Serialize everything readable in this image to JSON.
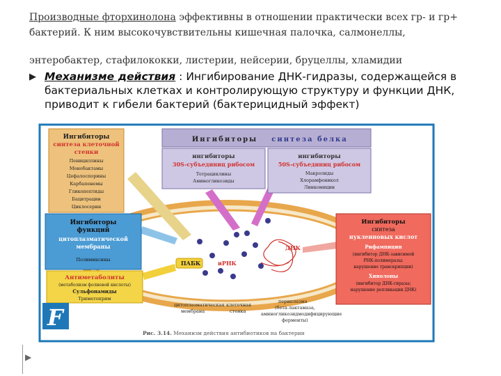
{
  "intro": {
    "line1_underlined": "Производные фторхинолона",
    "line1_rest": " эффективны в отношении практически всех гр- и гр+",
    "line2": "бактерий. К ним высокочувствительны кишечная палочка, салмонеллы,",
    "line3": "энтеробактер, стафилококки, листерии, нейсерии, бруцеллы, хламидии"
  },
  "mechanism": {
    "title": "Механизме действия",
    "colon": " : ",
    "text": "Ингибирование ДНК-гидразы, содержащейся в бактериальных клетках и контролирующую структуру и функции ДНК, приводит к гибели бактерий (бактерицидный эффект)"
  },
  "figure": {
    "cell_wall_box": {
      "title1": "Ингибиторы",
      "title2": "синтеза клеточной",
      "title3": "стенки",
      "items": [
        "Пенициллины",
        "Монобактамы",
        "Цефалоспорины",
        "Карбапенемы",
        "Гликопептиды",
        "Бацитрацин",
        "Циклосерин"
      ]
    },
    "protein_header": {
      "a": "Ингибиторы",
      "b": "синтеза белка"
    },
    "ribo30": {
      "t1": "ингибиторы",
      "t2": "30S-субъединиц рибосом",
      "items": [
        "Тетрациклины",
        "Аминогликозиды"
      ]
    },
    "ribo50": {
      "t1": "ингибиторы",
      "t2": "50S-субъединиц рибосом",
      "items": [
        "Макролиды",
        "Хлорамфеникол",
        "Линкомицин"
      ]
    },
    "membrane_box": {
      "t1": "Ингибиторы",
      "t2": "функций",
      "t3": "цитоплазматической",
      "t4": "мембраны",
      "item": "Полимиксины"
    },
    "antimetab_box": {
      "t1": "Антиметаболиты",
      "t2": "(метаболизм фолиевой кислоты)",
      "items": [
        "Сульфонамиды",
        "Триметоприм"
      ]
    },
    "nucleic_box": {
      "t1": "Ингибиторы",
      "t2": "синтеза",
      "t3": "нуклеиновых кислот",
      "rif": "Рифампицин",
      "rif_note1": "(ингибитор ДНК-зависимой",
      "rif_note2": "РНК-полимеразы;",
      "rif_note3": "нарушение транскрипции)",
      "quin": "Хинолоны",
      "quin_note1": "(ингибитор ДНК-гиразы;",
      "quin_note2": "нарушение репликации ДНК)"
    },
    "cell_labels": {
      "pabk": "ПАБК",
      "mrna": "иРНК",
      "dna": "ДНК"
    },
    "bottom_labels": {
      "cytomem1": "цитоплазматическая",
      "cytomem2": "мембрана",
      "wall1": "клеточная",
      "wall2": "стенка",
      "peri1": "периплазма",
      "peri2": "(бета-лактамаза,",
      "peri3": "аминогликозидмодифицирующие",
      "peri4": "ферменты)"
    },
    "caption_num": "Рис. 3.14.",
    "caption_text": " Механизм действия антибиотиков на бактерии",
    "logo_letter": "F",
    "colors": {
      "frame": "#1e78b8",
      "wall": "#e6a447",
      "membrane_box": "#2f86c6",
      "protein": "#9a8fbf",
      "nucleic": "#e9574a",
      "antimetab": "#f2d03b",
      "accent_red": "#d0312d"
    }
  }
}
